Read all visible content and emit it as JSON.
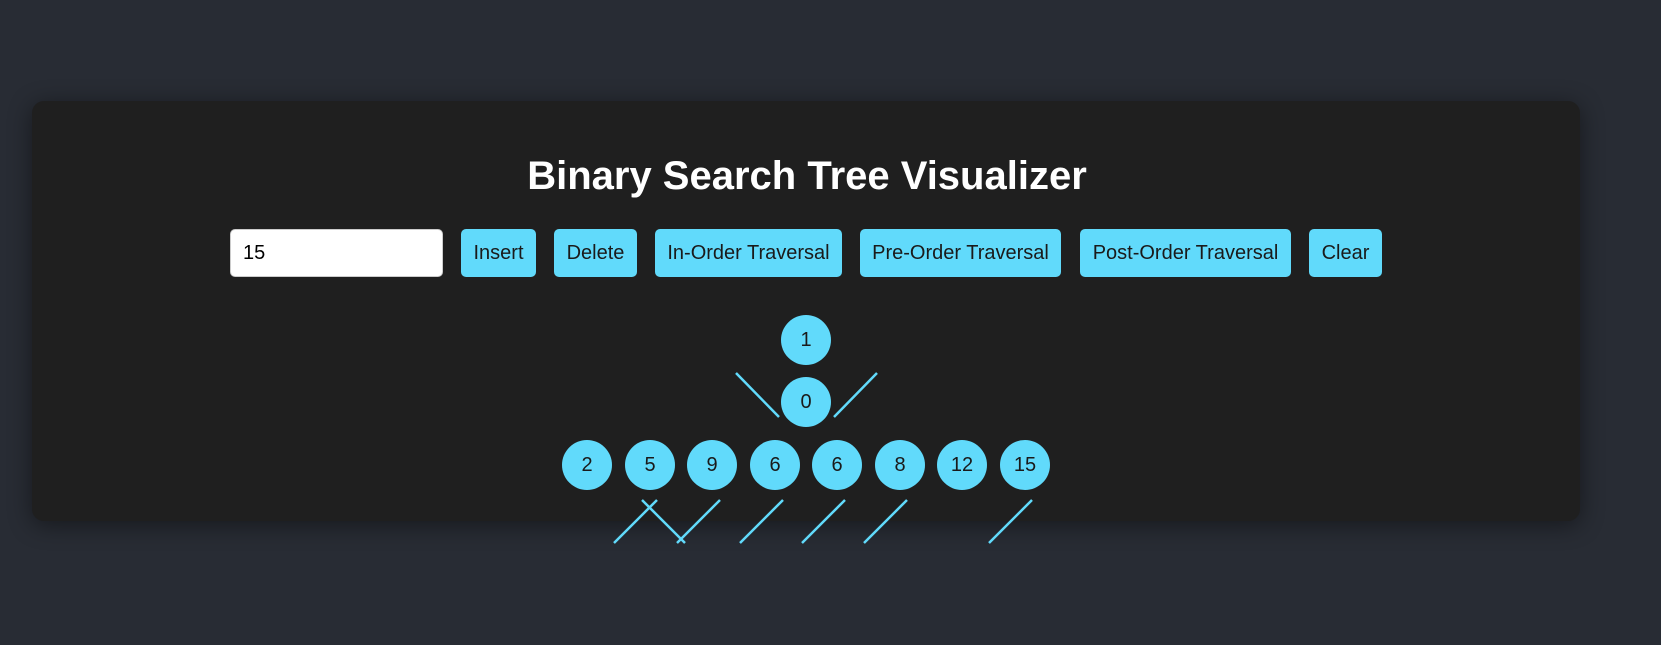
{
  "app": {
    "title": "Binary Search Tree Visualizer"
  },
  "controls": {
    "input_value": "15",
    "input_placeholder": "",
    "buttons": {
      "insert": "Insert",
      "delete": "Delete",
      "inorder": "In-Order Traversal",
      "preorder": "Pre-Order Traversal",
      "postorder": "Post-Order Traversal",
      "clear": "Clear"
    }
  },
  "tree": {
    "top_nodes": [
      "1",
      "0"
    ],
    "row_nodes": [
      "2",
      "5",
      "9",
      "6",
      "6",
      "8",
      "12",
      "15"
    ]
  },
  "colors": {
    "background": "#282c34",
    "panel": "#1f1f1f",
    "accent": "#61dafb",
    "title": "#ffffff"
  }
}
